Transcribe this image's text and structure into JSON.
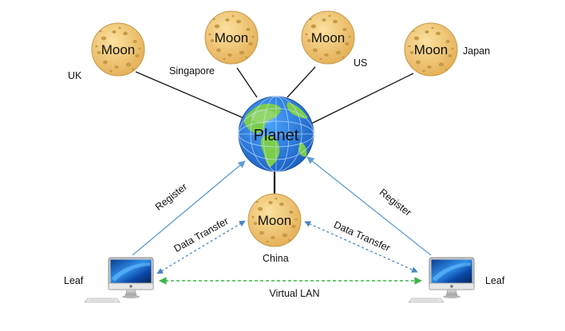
{
  "planet": {
    "label": "Planet"
  },
  "moons": [
    {
      "label": "Moon",
      "location": "UK"
    },
    {
      "label": "Moon",
      "location": "Singapore"
    },
    {
      "label": "Moon",
      "location": "US"
    },
    {
      "label": "Moon",
      "location": "Japan"
    },
    {
      "label": "Moon",
      "location": "China"
    }
  ],
  "leaves": [
    {
      "label": "Leaf"
    },
    {
      "label": "Leaf"
    }
  ],
  "edges": {
    "register_left": "Register",
    "register_right": "Register",
    "data_transfer_left": "Data Transfer",
    "data_transfer_right": "Data Transfer",
    "virtual_lan": "Virtual LAN"
  },
  "colors": {
    "moon_fill": "#f2c46d",
    "moon_crater": "#c89a45",
    "ocean": "#2f7fe0",
    "land": "#7ccd4a",
    "register_arrow": "#5b9bd5",
    "data_transfer_arrow": "#4a86c5",
    "virtual_lan_arrow": "#3bb54a"
  }
}
